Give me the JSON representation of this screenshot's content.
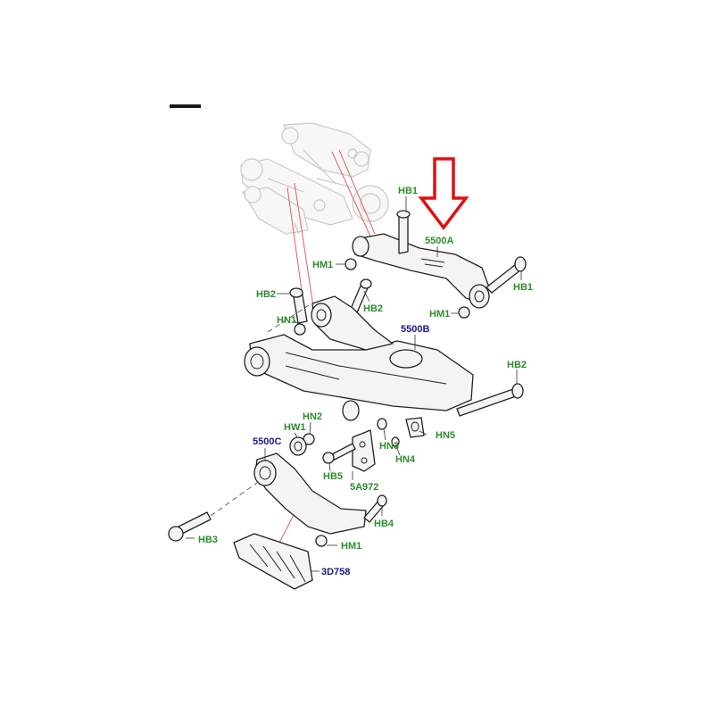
{
  "colors": {
    "label_part_green": "#2e8b2e",
    "label_assembly_navy": "#1a1a8c",
    "arrow_red": "#e01010"
  },
  "callout_arrow": {
    "icon": "down-arrow-outline",
    "points_to": "5500A"
  },
  "labels": {
    "hb1_top": "HB1",
    "a5500a": "5500A",
    "hm1_top": "HM1",
    "hb1_right": "HB1",
    "hm1_right": "HM1",
    "hb2_left": "HB2",
    "hn1": "HN1",
    "hb2_mid": "HB2",
    "a5500b": "5500B",
    "hb2_right": "HB2",
    "hn2": "HN2",
    "hw1": "HW1",
    "a5500c": "5500C",
    "hn3": "HN3",
    "hn5": "HN5",
    "hn4": "HN4",
    "hb5": "HB5",
    "a5a972": "5A972",
    "hb4": "HB4",
    "hb3": "HB3",
    "hm1_bottom": "HM1",
    "a3d758": "3D758"
  }
}
